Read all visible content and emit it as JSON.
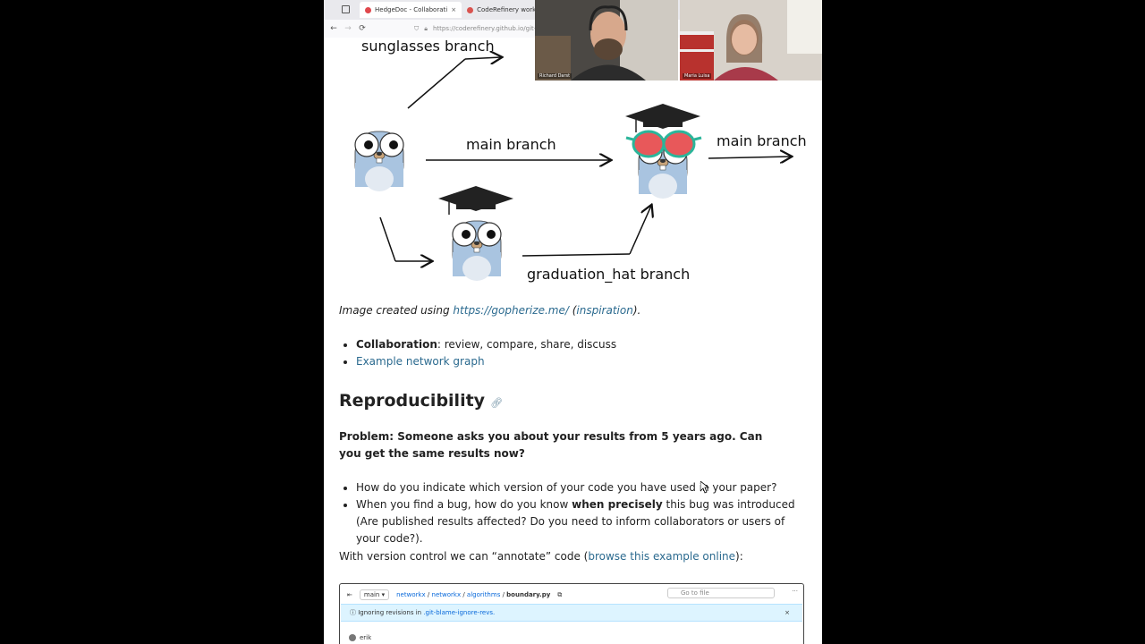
{
  "browser": {
    "tabs": [
      {
        "title": "HedgeDoc - Collaborati",
        "active": true,
        "favicon_color": "#e0474c"
      },
      {
        "title": "CodeRefinery workshop",
        "active": false,
        "favicon_color": "#d9534f"
      }
    ],
    "url": "https://coderefinery.github.io/git-in",
    "close_glyph": "×"
  },
  "diagram": {
    "label_sunglasses": "sunglasses branch",
    "label_main_left": "main branch",
    "label_main_right": "main branch",
    "label_graduation": "graduation_hat branch"
  },
  "caption": {
    "prefix": "Image created using ",
    "link1": "https://gopherize.me/",
    "middle": " (",
    "link2": "inspiration",
    "suffix": ")."
  },
  "list1": [
    {
      "bold": "Collaboration",
      "rest": ": review, compare, share, discuss"
    },
    {
      "link": "Example network graph"
    }
  ],
  "heading": {
    "text": "Reproducibility",
    "anchor_glyph": "🔗"
  },
  "problem": "Problem: Someone asks you about your results from 5 years ago. Can you get the same results now?",
  "list2": {
    "item1": "How do you indicate which version of your code you have used in your paper?",
    "item2_pre": "When you find a bug, how do you know ",
    "item2_bold": "when precisely",
    "item2_post": " this bug was introduced (Are published results affected? Do you need to inform collaborators or users of your code?)."
  },
  "annotate": {
    "pre": "With version control we can “annotate” code (",
    "link": "browse this example online",
    "post": "):"
  },
  "github": {
    "branch": "main",
    "crumbs": [
      "networkx",
      "networkx",
      "algorithms"
    ],
    "file": "boundary.py",
    "goto": "Go to file",
    "banner_pre": "Ignor",
    "banner_mid": "ing revisions in ",
    "banner_link": ".git-blame-ignore-revs.",
    "close": "×",
    "user": "erik"
  },
  "video": {
    "name1": "Richard Darst",
    "name2": "Maria Luisa"
  },
  "colors": {
    "link": "#2b6a8f",
    "gopher_body": "#a9c4e0"
  }
}
